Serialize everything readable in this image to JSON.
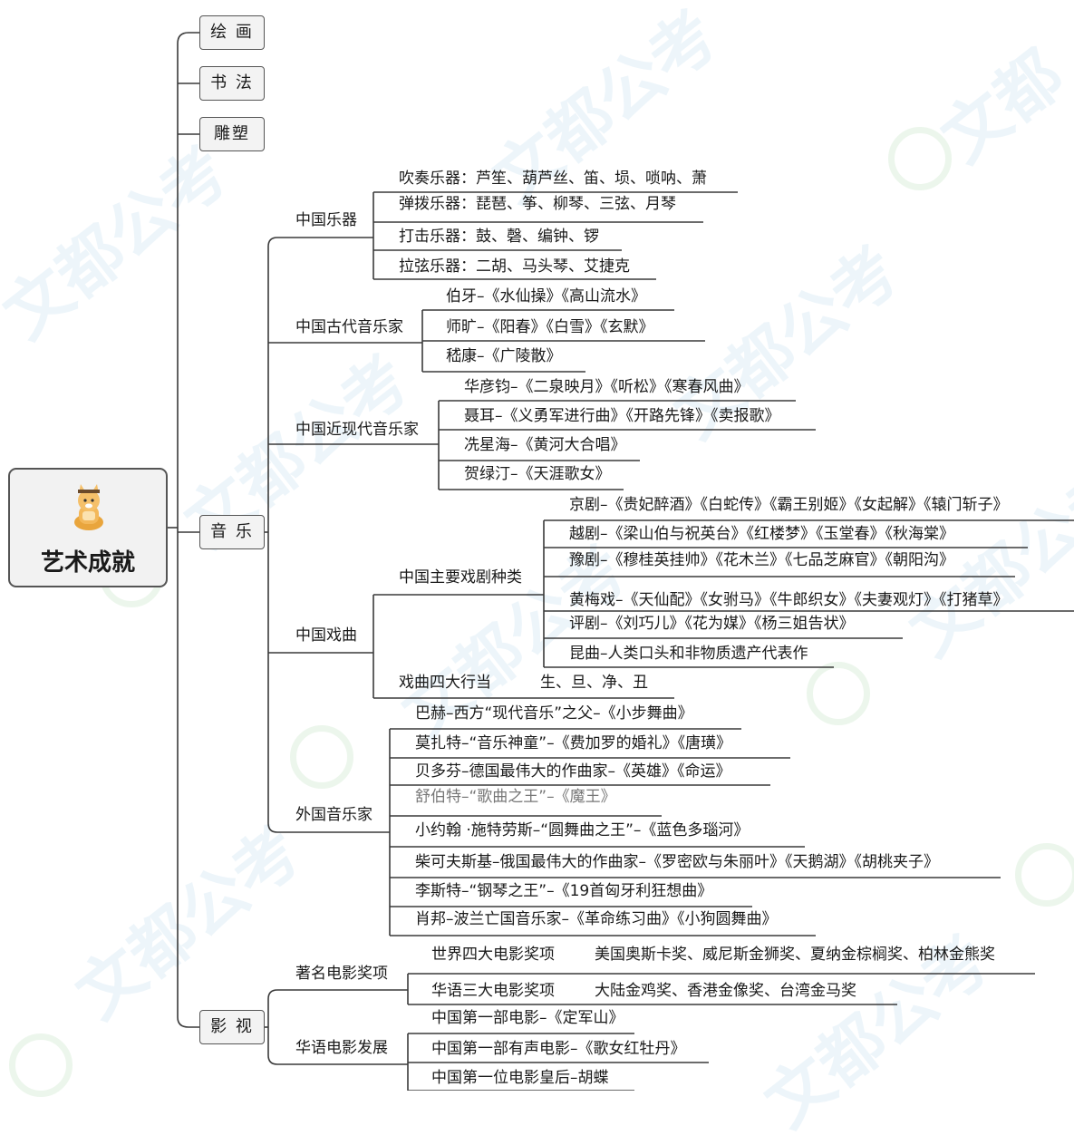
{
  "root": {
    "label": "艺术成就"
  },
  "categories": {
    "painting": "绘 画",
    "calligraphy": "书 法",
    "sculpture": "雕塑",
    "music": "音 乐",
    "film": "影 视"
  },
  "music": {
    "instruments": {
      "label": "中国乐器",
      "items": [
        "吹奏乐器：芦笙、葫芦丝、笛、埙、唢呐、萧",
        "弹拨乐器：琵琶、筝、柳琴、三弦、月琴",
        "打击乐器：鼓、磬、编钟、锣",
        "拉弦乐器：二胡、马头琴、艾捷克"
      ]
    },
    "ancient": {
      "label": "中国古代音乐家",
      "items": [
        "伯牙–《水仙操》《高山流水》",
        "师旷–《阳春》《白雪》《玄默》",
        "嵇康–《广陵散》"
      ]
    },
    "modern": {
      "label": "中国近现代音乐家",
      "items": [
        "华彦钧–《二泉映月》《听松》《寒春风曲》",
        "聂耳–《义勇军进行曲》《开路先锋》《卖报歌》",
        "冼星海–《黄河大合唱》",
        "贺绿汀–《天涯歌女》"
      ]
    },
    "opera": {
      "label": "中国戏曲",
      "main_types": {
        "label": "中国主要戏剧种类",
        "items": [
          "京剧–《贵妃醉酒》《白蛇传》《霸王别姬》《女起解》《辕门斩子》",
          "越剧–《梁山伯与祝英台》《红楼梦》《玉堂春》《秋海棠》",
          "豫剧–《穆桂英挂帅》《花木兰》《七品芝麻官》《朝阳沟》",
          "黄梅戏–《天仙配》《女驸马》《牛郎织女》《夫妻观灯》《打猪草》",
          "评剧–《刘巧儿》《花为媒》《杨三姐告状》",
          "昆曲–人类口头和非物质遗产代表作"
        ]
      },
      "roles": {
        "label": "戏曲四大行当",
        "value": "生、旦、净、丑"
      }
    },
    "foreign": {
      "label": "外国音乐家",
      "items": [
        "巴赫–西方“现代音乐”之父–《小步舞曲》",
        "莫扎特–“音乐神童”–《费加罗的婚礼》《唐璜》",
        "贝多芬–德国最伟大的作曲家–《英雄》《命运》",
        "舒伯特–“歌曲之王”–《魔王》",
        "小约翰 ·施特劳斯–“圆舞曲之王”–《蓝色多瑙河》",
        "柴可夫斯基–俄国最伟大的作曲家–《罗密欧与朱丽叶》《天鹅湖》《胡桃夹子》",
        "李斯特–“钢琴之王”–《19首匈牙利狂想曲》",
        "肖邦–波兰亡国音乐家–《革命练习曲》《小狗圆舞曲》"
      ]
    }
  },
  "film": {
    "awards": {
      "label": "著名电影奖项",
      "world": {
        "label": "世界四大电影奖项",
        "value": "美国奥斯卡奖、威尼斯金狮奖、夏纳金棕榈奖、柏林金熊奖"
      },
      "chinese": {
        "label": "华语三大电影奖项",
        "value": "大陆金鸡奖、香港金像奖、台湾金马奖"
      }
    },
    "history": {
      "label": "华语电影发展",
      "items": [
        "中国第一部电影–《定军山》",
        "中国第一部有声电影–《歌女红牡丹》",
        "中国第一位电影皇后–胡蝶"
      ]
    }
  },
  "colors": {
    "line": "#3a3a3a",
    "box_border": "#555555",
    "box_fill": "#f3f3f3",
    "watermark": "#8cbee1"
  },
  "icons": {
    "mascot": "cartoon-cat-icon"
  }
}
